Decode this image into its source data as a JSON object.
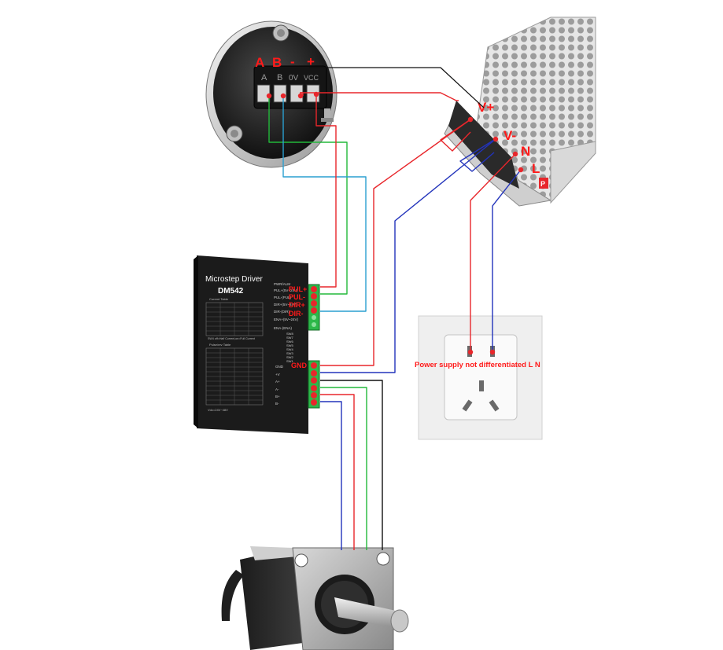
{
  "encoder": {
    "top_labels": [
      "A",
      "B",
      "-",
      "+"
    ],
    "printed_labels": [
      "A",
      "B",
      "0V",
      "VCC"
    ]
  },
  "psu": {
    "terminal_labels": [
      "V+",
      "V-",
      "N",
      "L"
    ],
    "badge": "P"
  },
  "driver": {
    "title": "Microstep Driver",
    "model": "DM542",
    "right_labels": [
      "PWR/ALM",
      "PUL+(5V~24V)",
      "PUL-(PUL)",
      "DIR+(5V~24V)",
      "DIR-(DIR)",
      "ENA+(5V~24V)",
      "ENA-(ENA)"
    ],
    "sw_labels": [
      "SW8",
      "SW7",
      "SW6",
      "SW5",
      "SW4",
      "SW3",
      "SW2",
      "SW1"
    ],
    "power_labels": [
      "GND",
      "+V",
      "A+",
      "A-",
      "B+",
      "B-"
    ],
    "overlay_labels": [
      "PUL+",
      "PUL-",
      "DIR+",
      "DIR-",
      "GND"
    ],
    "current_table_title": "Current Table",
    "pulse_table_title": "Pulse/rev Table",
    "current_note": "SW4 off=Half Current,on=Full Current",
    "voltage_note": "Vdc=24V~48V"
  },
  "socket": {
    "caption": "Power supply not differentiated  L  N"
  },
  "colors": {
    "red": "#e8262b",
    "green": "#22b83a",
    "blue": "#2233bb",
    "cyan": "#2a9fd0",
    "black": "#111111"
  }
}
